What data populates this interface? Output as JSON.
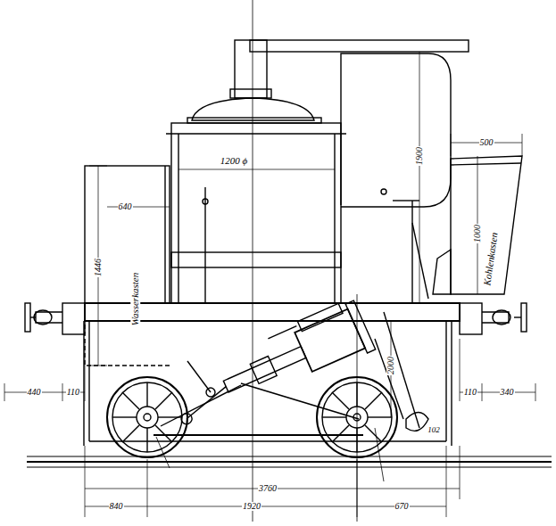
{
  "diagram": {
    "labels": [
      "1200 ϕ",
      "1900",
      "500",
      "1000",
      "Kohlenkasten",
      "640",
      "1446",
      "Wasserkasten",
      "2000",
      "440",
      "110",
      "110",
      "340",
      "3760",
      "840",
      "1920",
      "670",
      "102"
    ]
  }
}
